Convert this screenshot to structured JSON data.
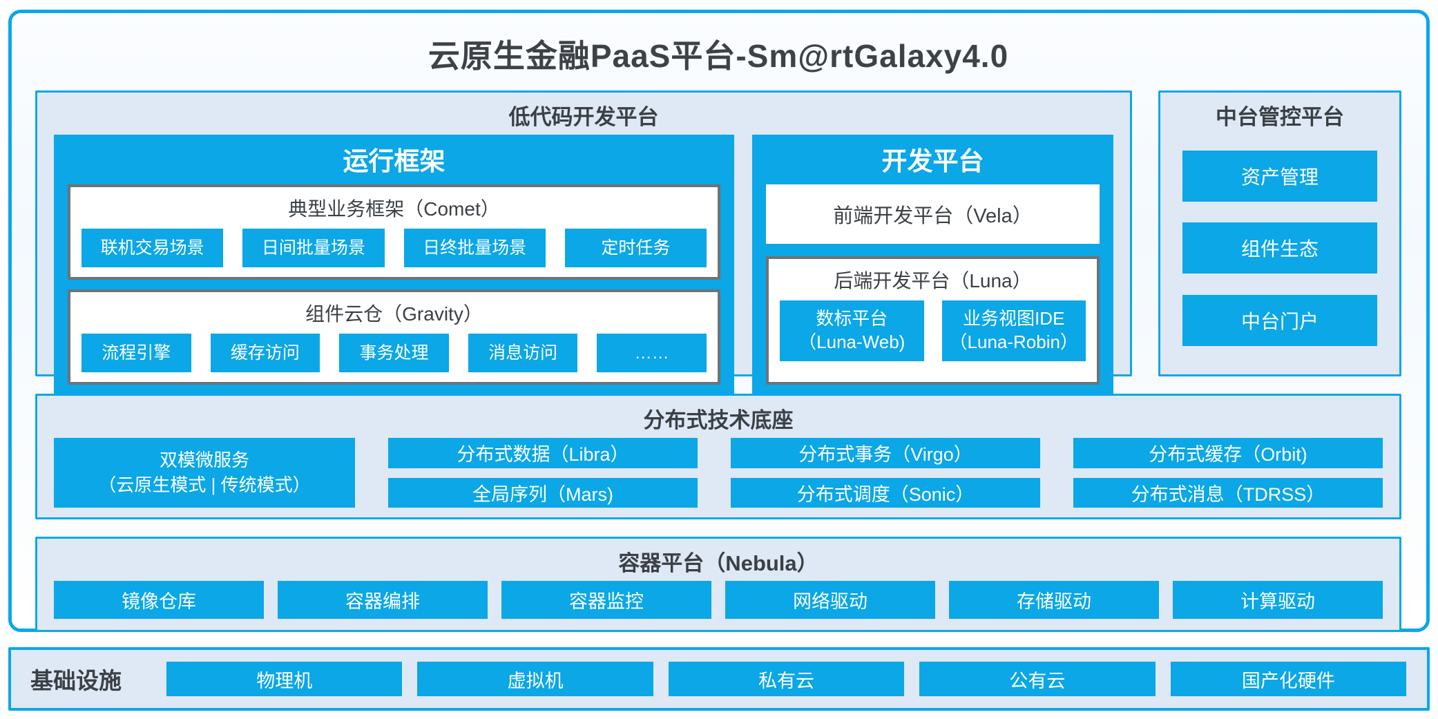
{
  "title": "云原生金融PaaS平台-Sm@rtGalaxy4.0",
  "colors": {
    "accent_blue": "#0ba7e6",
    "panel_background": "#dfe8f5",
    "inner_border_gray": "#6d7377",
    "text_dark": "#3b4045",
    "chip_text": "#ffffff"
  },
  "low_code": {
    "label": "低代码开发平台",
    "runtime": {
      "label": "运行框架",
      "groups": [
        {
          "label": "典型业务框架（Comet）",
          "chips": [
            "联机交易场景",
            "日间批量场景",
            "日终批量场景",
            "定时任务"
          ]
        },
        {
          "label": "组件云仓（Gravity）",
          "chips": [
            "流程引擎",
            "缓存访问",
            "事务处理",
            "消息访问",
            "……"
          ]
        }
      ]
    },
    "dev": {
      "label": "开发平台",
      "frontend_label": "前端开发平台（Vela）",
      "backend": {
        "label": "后端开发平台（Luna）",
        "chips": [
          {
            "line1": "数标平台",
            "line2": "（Luna-Web)"
          },
          {
            "line1": "业务视图IDE",
            "line2": "（Luna-Robin）"
          }
        ]
      }
    }
  },
  "midplatform": {
    "label": "中台管控平台",
    "items": [
      "资产管理",
      "组件生态",
      "中台门户"
    ]
  },
  "distributed": {
    "label": "分布式技术底座",
    "tall_item": {
      "line1": "双模微服务",
      "line2": "（云原生模式 | 传统模式）"
    },
    "columns": [
      [
        "分布式数据（Libra）",
        "全局序列（Mars)"
      ],
      [
        "分布式事务（Virgo）",
        "分布式调度（Sonic）"
      ],
      [
        "分布式缓存（Orbit)",
        "分布式消息（TDRSS）"
      ]
    ]
  },
  "container_platform": {
    "label": "容器平台（Nebula）",
    "chips": [
      "镜像仓库",
      "容器编排",
      "容器监控",
      "网络驱动",
      "存储驱动",
      "计算驱动"
    ]
  },
  "infrastructure": {
    "label": "基础设施",
    "chips": [
      "物理机",
      "虚拟机",
      "私有云",
      "公有云",
      "国产化硬件"
    ]
  }
}
